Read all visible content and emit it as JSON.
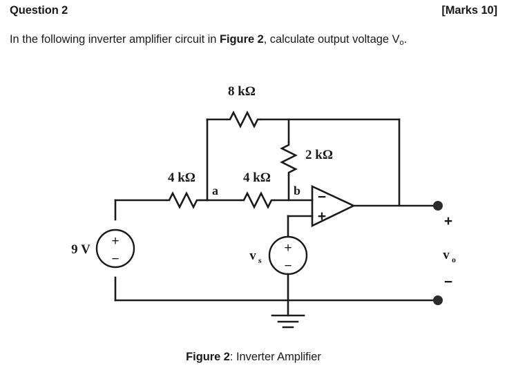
{
  "header": {
    "question_label": "Question 2",
    "marks_label": "[Marks 10]"
  },
  "prompt": {
    "text_before_bold": "In the following inverter amplifier circuit in ",
    "bold_ref": "Figure 2",
    "text_after_bold": ", calculate output voltage ",
    "output_symbol": "V",
    "output_subscript": "o",
    "trailing": "."
  },
  "figure": {
    "caption_bold": "Figure 2",
    "caption_rest": ": Inverter Amplifier"
  },
  "circuit": {
    "type": "inverting-op-amp-amplifier",
    "components": {
      "r_feedback_top": {
        "label": "8 kΩ",
        "value": 8,
        "unit": "kΩ",
        "orientation": "horizontal"
      },
      "r_shunt": {
        "label": "2 kΩ",
        "value": 2,
        "unit": "kΩ",
        "orientation": "vertical"
      },
      "r_input_left": {
        "label": "4 kΩ",
        "value": 4,
        "unit": "kΩ",
        "orientation": "horizontal"
      },
      "r_input_right": {
        "label": "4 kΩ",
        "value": 4,
        "unit": "kΩ",
        "orientation": "horizontal"
      },
      "source_dc": {
        "label": "9 V",
        "value": 9,
        "unit": "V",
        "plus": "+",
        "minus": "−"
      },
      "source_vs": {
        "label": "v",
        "label_sub": "s",
        "plus": "+",
        "minus": "−"
      }
    },
    "nodes": {
      "node_a": "a",
      "node_b": "b"
    },
    "opamp": {
      "inverting_label": "−",
      "noninverting_label": "+"
    },
    "output": {
      "plus": "+",
      "minus": "−",
      "symbol": "v",
      "symbol_sub": "o"
    },
    "ground": "ground-symbol",
    "colors": {
      "ink": "#1a1a1a",
      "background": "#ffffff",
      "terminal_dot": "#2b2b2b"
    }
  }
}
